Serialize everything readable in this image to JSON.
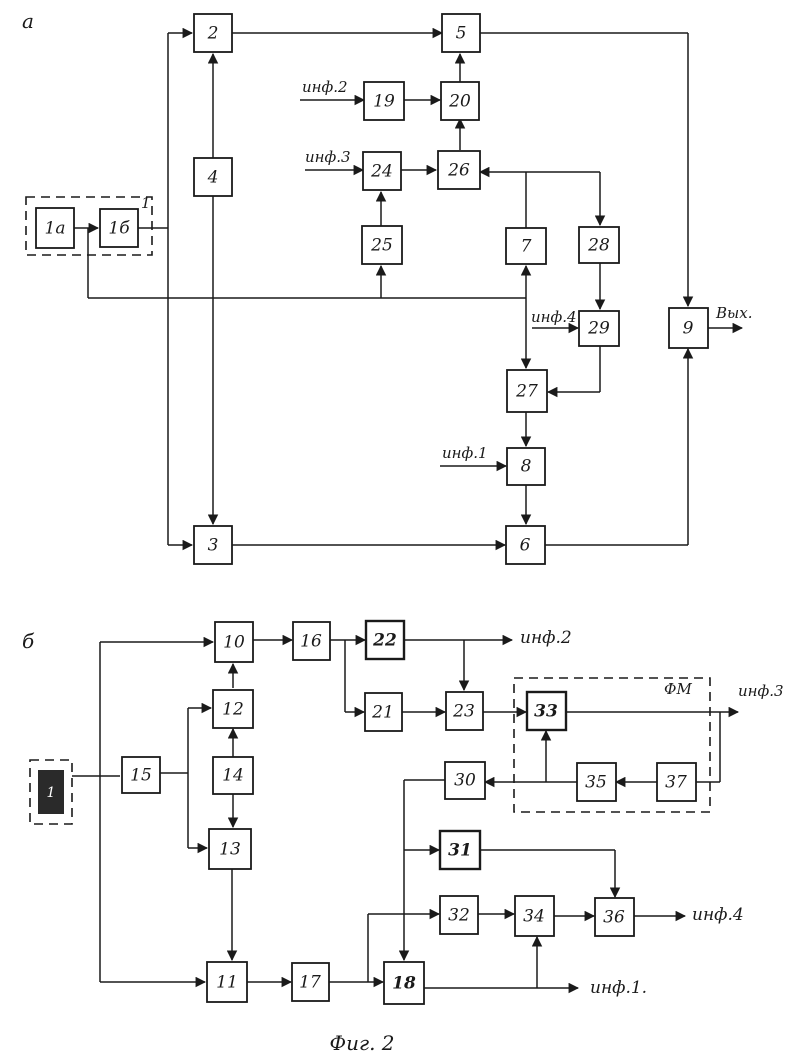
{
  "figure": {
    "part_a_label": "а",
    "part_b_label": "б",
    "caption": "Фиг. 2",
    "ref_1": "1",
    "fm_label": "ФМ"
  },
  "blocks_a": {
    "b1a": "1а",
    "b1b": "1б",
    "b2": "2",
    "b3": "3",
    "b4": "4",
    "b5": "5",
    "b6": "6",
    "b7": "7",
    "b8": "8",
    "b9": "9",
    "b19": "19",
    "b20": "20",
    "b24": "24",
    "b25": "25",
    "b26": "26",
    "b27": "27",
    "b28": "28",
    "b29": "29"
  },
  "blocks_b": {
    "b10": "10",
    "b11": "11",
    "b12": "12",
    "b13": "13",
    "b14": "14",
    "b15": "15",
    "b16": "16",
    "b17": "17",
    "b18": "18",
    "b21": "21",
    "b22": "22",
    "b23": "23",
    "b30": "30",
    "b31": "31",
    "b32": "32",
    "b33": "33",
    "b34": "34",
    "b35": "35",
    "b36": "36",
    "b37": "37",
    "src": "1"
  },
  "signals": {
    "inf1": "инф.1",
    "inf2": "инф.2",
    "inf3": "инф.3",
    "inf4": "инф.4",
    "out": "Вых.",
    "b_inf1": "инф.1.",
    "b_inf2": "инф.2",
    "b_inf3": "инф.3",
    "b_inf4": "инф.4"
  }
}
